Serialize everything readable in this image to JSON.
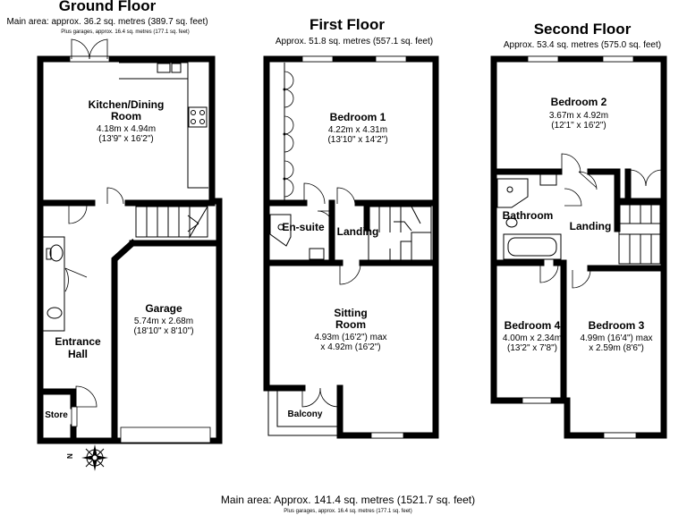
{
  "ground_floor": {
    "title": "Ground Floor",
    "area": "Main area: approx. 36.2 sq. metres (389.7 sq. feet)",
    "garage_note": "Plus garages, approx. 16.4 sq. metres (177.1 sq. feet)",
    "rooms": {
      "kitchen": {
        "name_1": "Kitchen/Dining",
        "name_2": "Room",
        "dim_m": "4.18m x 4.94m",
        "dim_ft": "(13'9\" x 16'2\")"
      },
      "garage": {
        "name": "Garage",
        "dim_m": "5.74m x 2.68m",
        "dim_ft": "(18'10\" x 8'10\")"
      },
      "hall": {
        "name_1": "Entrance",
        "name_2": "Hall"
      },
      "store": {
        "name": "Store"
      }
    }
  },
  "first_floor": {
    "title": "First Floor",
    "area": "Approx. 51.8 sq. metres (557.1 sq. feet)",
    "rooms": {
      "bedroom1": {
        "name": "Bedroom 1",
        "dim_m": "4.22m x 4.31m",
        "dim_ft": "(13'10\" x 14'2\")"
      },
      "ensuite": {
        "name": "En-suite"
      },
      "landing": {
        "name": "Landing"
      },
      "sitting": {
        "name_1": "Sitting",
        "name_2": "Room",
        "dim_1": "4.93m (16'2\") max",
        "dim_2": "x 4.92m (16'2\")"
      },
      "balcony": {
        "name": "Balcony"
      }
    }
  },
  "second_floor": {
    "title": "Second Floor",
    "area": "Approx. 53.4 sq. metres (575.0 sq. feet)",
    "rooms": {
      "bedroom2": {
        "name": "Bedroom 2",
        "dim_m": "3.67m x 4.92m",
        "dim_ft": "(12'1\" x 16'2\")"
      },
      "bathroom": {
        "name": "Bathroom"
      },
      "landing": {
        "name": "Landing"
      },
      "bedroom4": {
        "name": "Bedroom 4",
        "dim_m": "4.00m x 2.34m",
        "dim_ft": "(13'2\" x 7'8\")"
      },
      "bedroom3": {
        "name": "Bedroom 3",
        "dim_1": "4.99m (16'4\") max",
        "dim_2": "x 2.59m (8'6\")"
      }
    }
  },
  "compass": {
    "label": "N"
  },
  "footer": {
    "main": "Main area: Approx. 141.4 sq. metres (1521.7 sq. feet)",
    "garage": "Plus garages, approx. 16.4 sq. metres (177.1 sq. feet)"
  }
}
